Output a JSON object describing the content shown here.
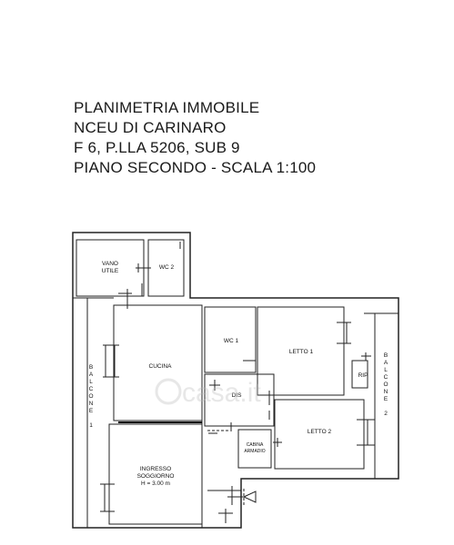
{
  "title": {
    "line1": "PLANIMETRIA IMMOBILE",
    "line2": "NCEU DI CARINARO",
    "line3": "F 6, P.LLA 5206, SUB 9",
    "line4": "PIANO SECONDO - SCALA 1:100"
  },
  "rooms": {
    "vano_utile_1": "VANO",
    "vano_utile_2": "UTILE",
    "wc2": "WC 2",
    "wc1": "WC 1",
    "cucina": "CUCINA",
    "letto1": "LETTO 1",
    "rip": "RIP",
    "dis": "DIS",
    "letto2": "LETTO 2",
    "cabina_1": "CABINA",
    "cabina_2": "ARMADIO",
    "ingresso_1": "INGRESSO",
    "ingresso_2": "SOGGIORNO",
    "ingresso_3": "H = 3.00 m"
  },
  "balconies": {
    "left": [
      "B",
      "A",
      "L",
      "C",
      "O",
      "N",
      "E",
      "",
      "1"
    ],
    "right": [
      "B",
      "A",
      "L",
      "C",
      "O",
      "N",
      "E",
      "",
      "2"
    ]
  },
  "watermark": "casa.it"
}
